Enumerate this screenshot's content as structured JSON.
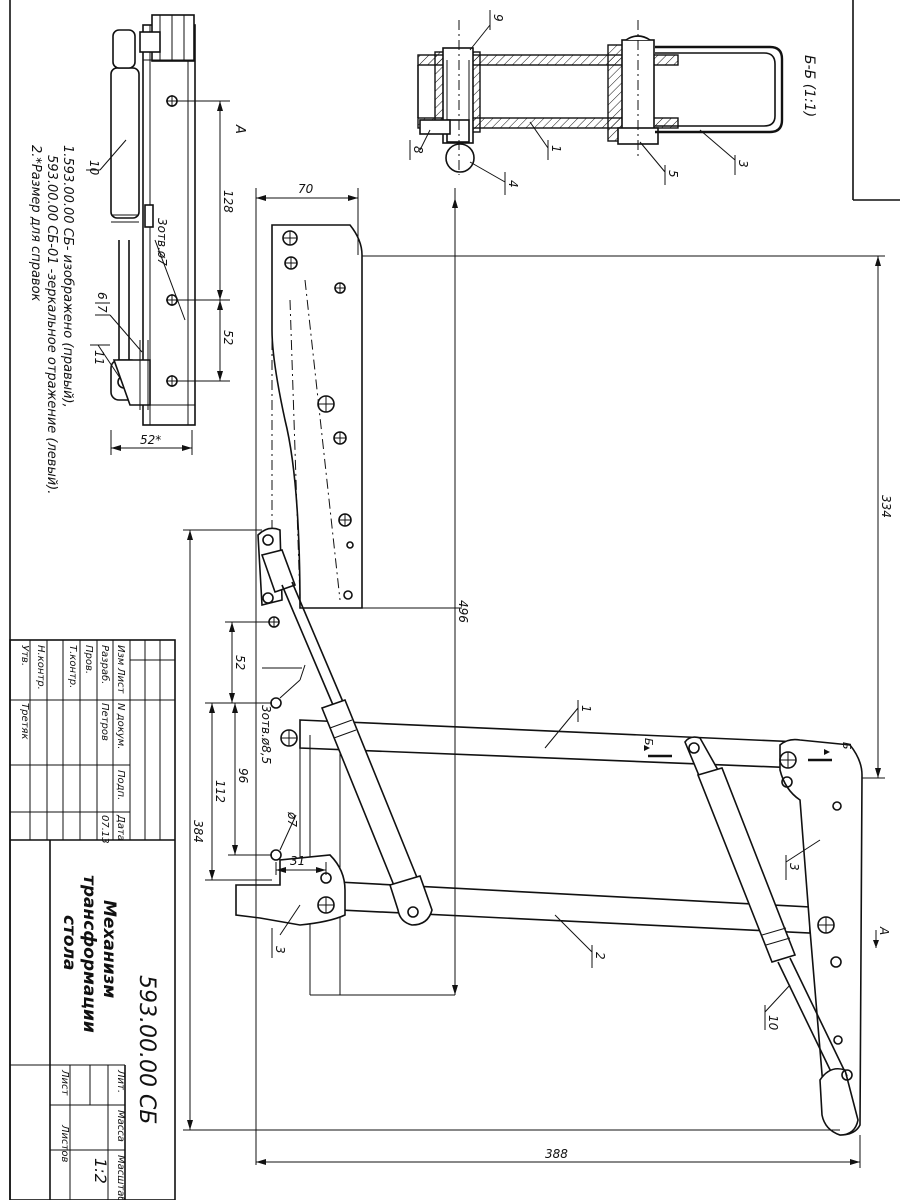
{
  "title_block": {
    "designation": "593.00.00 СБ",
    "name_line1": "Механизм",
    "name_line2": "трансформации",
    "name_line3": "стола",
    "col_izm": "Изм",
    "col_list": "Лист",
    "col_ndokum": "N докум.",
    "col_podp": "Подп.",
    "col_data": "Дата",
    "row_razrab": "Разраб.",
    "row_prov": "Пров.",
    "row_tkontr": "Т.контр.",
    "row_nkontr": "Н.контр.",
    "row_utv": "Утв.",
    "razrab_name": "Петров",
    "utv_name": "Третяк",
    "date_value": "07.13",
    "lit_label": "Лит.",
    "massa_label": "Масса",
    "masshtab_label": "Масштаб",
    "masshtab_value": "1:2",
    "list_label": "Лист",
    "listov_label": "Листов"
  },
  "notes": {
    "line1": "1.593.00.00 СБ- изображено (правый),",
    "line2": "593.00.00 СБ-01 -зеркальное отражение (левый).",
    "line3": "2.*Размер для справок"
  },
  "section": {
    "label": "Б-Б (1:1)",
    "callouts": [
      "9",
      "8",
      "4",
      "1",
      "5",
      "3"
    ]
  },
  "view_labels": {
    "view_a_top": "А",
    "view_a_right": "А",
    "section_mark_left": "Б",
    "section_mark_right": "Б"
  },
  "dimensions": {
    "d70": "70",
    "d128": "128",
    "d52_side": "52",
    "d52star": "52*",
    "d334": "334",
    "d496": "496",
    "d52": "52",
    "d96": "96",
    "d112": "112",
    "d384": "384",
    "d31": "31",
    "d388": "388",
    "holes_7": "3отв.ø7",
    "holes_8_5": "3отв.ø8,5",
    "dia_7": "ø7"
  },
  "callouts_side": [
    "10",
    "7",
    "6",
    "11"
  ],
  "callouts_main": [
    "1",
    "2",
    "3",
    "3",
    "10"
  ]
}
